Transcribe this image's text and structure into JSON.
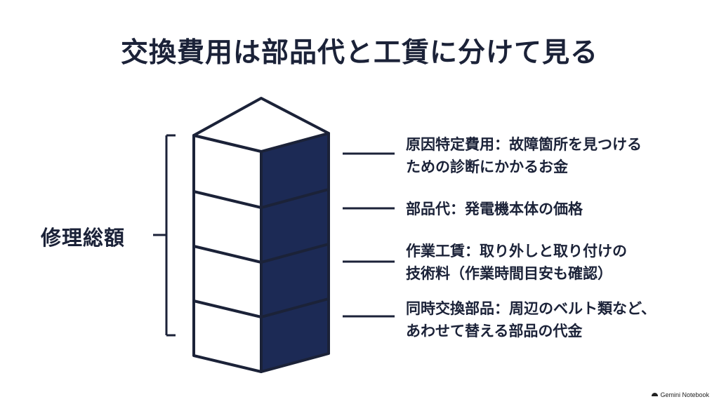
{
  "title": "交換費用は部品代と工賃に分けて見る",
  "total_label": "修理総額",
  "items": [
    {
      "line1": "原因特定費用：故障箇所を見つける",
      "line2": "ための診断にかかるお金"
    },
    {
      "line1": "部品代：発電機本体の価格",
      "line2": ""
    },
    {
      "line1": "作業工賃：取り外しと取り付けの",
      "line2": "技術料（作業時間目安も確認）"
    },
    {
      "line1": "同時交換部品：周辺のベルト類など、",
      "line2": "あわせて替える部品の代金"
    }
  ],
  "colors": {
    "navy": "#1b2238",
    "side_fill": "#1c2a55",
    "face_fill": "#ffffff"
  },
  "watermark": "Gemini Notebook"
}
